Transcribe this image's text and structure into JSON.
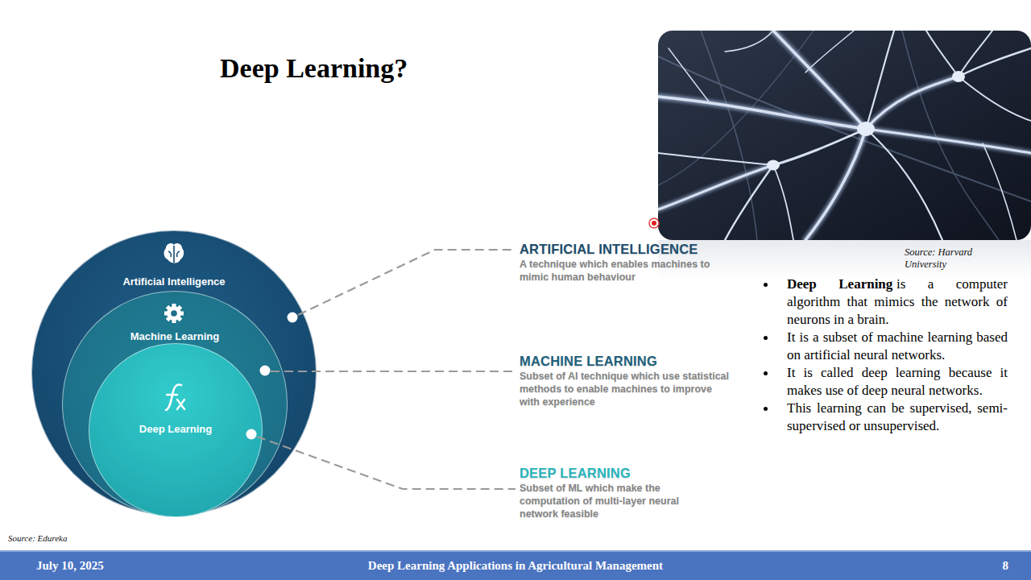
{
  "diagram": {
    "title": "Deep Learning?",
    "nodes": [
      {
        "text": [
          "Artificial Intelligence"
        ]
      },
      {
        "text": [
          "Machine Learning"
        ],
        "in": 0
      },
      {
        "text": [
          "Deep Learning"
        ],
        "in": 1
      },
      {
        "text": [
          "July 10, 2025",
          "Deep Learning Applications in Agricultural Management",
          "8"
        ]
      }
    ],
    "labels": [
      "ARTIFICIAL INTELLIGENCE",
      "A technique which enables machines to mimic human behaviour",
      "MACHINE LEARNING",
      "Subset of AI technique which use statistical methods to enable machines to improve with experience",
      "DEEP LEARNING",
      "Subset of ML which make the computation of multi-layer neural network feasible",
      "Source: Harvard University",
      "Deep Learning",
      "is a computer algorithm that mimics the network of neurons in a brain.",
      "It is a subset of machine learning based on artificial neural networks.",
      "It is called deep learning because it makes use of deep neural networks.",
      "This learning can be supervised, semi-supervised or unsupervised.",
      "Source: Edureka"
    ]
  }
}
